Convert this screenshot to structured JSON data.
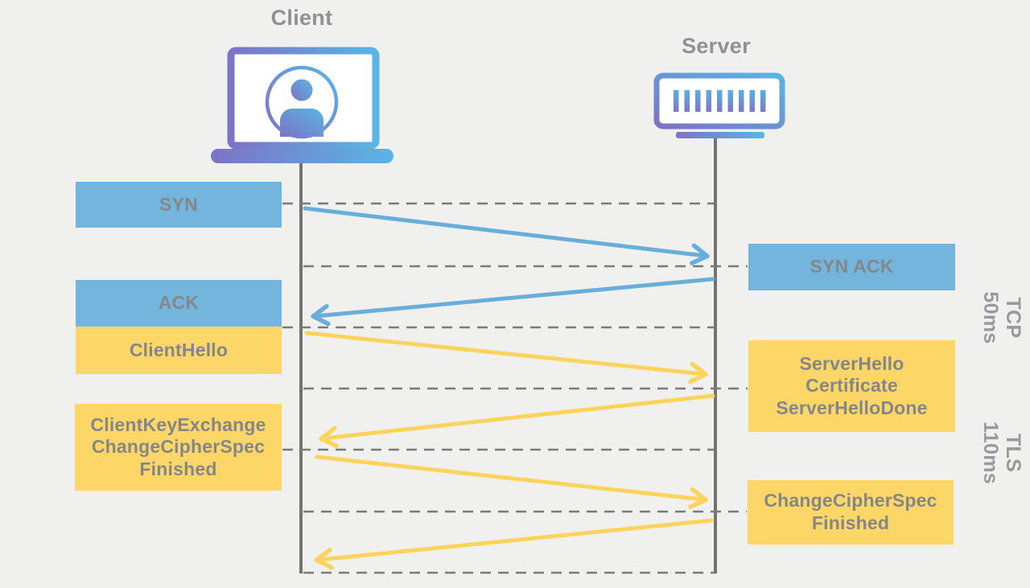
{
  "actors": {
    "client": {
      "label": "Client",
      "icon": "laptop-user-icon"
    },
    "server": {
      "label": "Server",
      "icon": "server-rack-icon"
    }
  },
  "messages": [
    {
      "id": "syn",
      "label": "SYN",
      "from": "client",
      "to": "server",
      "protocol": "tcp"
    },
    {
      "id": "syn-ack",
      "label": "SYN ACK",
      "from": "server",
      "to": "client",
      "protocol": "tcp"
    },
    {
      "id": "ack",
      "label": "ACK",
      "from": "client",
      "to": "server",
      "protocol": "tcp"
    },
    {
      "id": "client-hello",
      "label": "ClientHello",
      "from": "client",
      "to": "server",
      "protocol": "tls"
    },
    {
      "id": "server-hello",
      "label": "ServerHello\nCertificate\nServerHelloDone",
      "from": "server",
      "to": "client",
      "protocol": "tls"
    },
    {
      "id": "client-keyx",
      "label": "ClientKeyExchange\nChangeCipherSpec\nFinished",
      "from": "client",
      "to": "server",
      "protocol": "tls"
    },
    {
      "id": "ccs-finished",
      "label": "ChangeCipherSpec\nFinished",
      "from": "server",
      "to": "client",
      "protocol": "tls"
    }
  ],
  "phases": [
    {
      "id": "tcp",
      "label": "TCP\n50ms"
    },
    {
      "id": "tls",
      "label": "TLS\n110ms"
    }
  ],
  "colors": {
    "background": "#f0f0ef",
    "tcp_box": "#74b5dd",
    "tls_box": "#fcd667",
    "tcp_arrow": "#68aedb",
    "tls_arrow": "#fcd35b",
    "box_text": "#85868a",
    "actor_text": "#8f9194",
    "phase_text": "#97999c",
    "lifeline": "#737373",
    "dashed_line": "#7a7a7a",
    "gradient_purple": "#7d73c6",
    "gradient_blue": "#59b5e5"
  }
}
